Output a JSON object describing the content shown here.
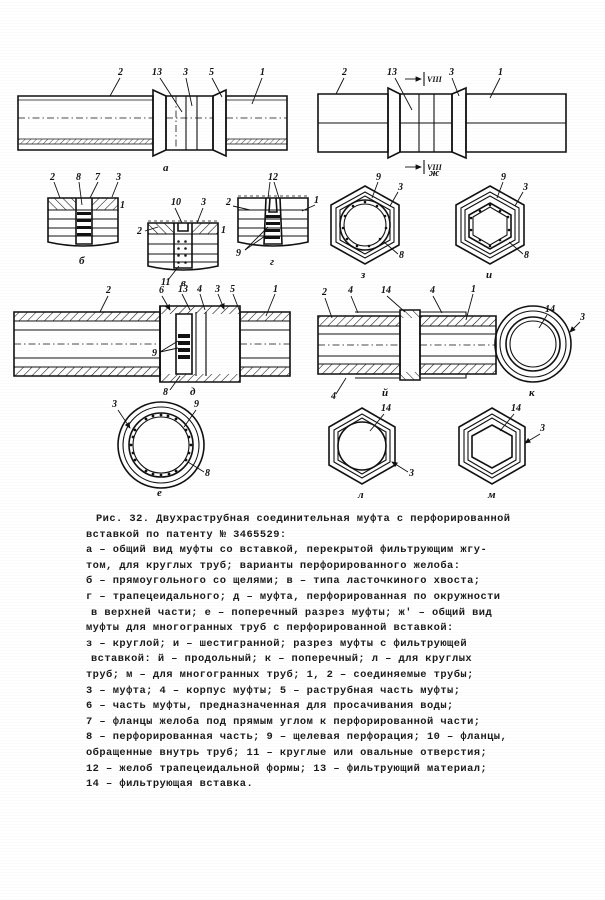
{
  "document": {
    "figure_label": "Рис. 32.",
    "background_color": "#ffffff",
    "ink_color": "#111111"
  },
  "caption": {
    "lines": [
      "Рис. 32. Двухраструбная соединительная муфта с перфорированной",
      "вставкой по патенту № 3465529:",
      "а – общий вид муфты со вставкой, перекрытой фильтрующим жгу-",
      "том, для круглых труб; варианты перфорированного желоба:",
      "б – прямоугольного со щелями; в – типа ласточкиного хвоста;",
      "г – трапецеидального; д – муфта, перфорированная по окружности",
      "в верхней части; е – поперечный разрез муфты; ж' – общий вид",
      "муфты для многогранных труб с перфорированной вставкой:",
      "з – круглой; и – шестигранной; разрез муфты с фильтрующей",
      "вставкой: й – продольный; к – поперечный; л – для круглых",
      "труб; м – для многогранных труб; 1, 2 – соединяемые трубы;",
      "3 – муфта; 4 – корпус муфты; 5 – раструбная часть муфты;",
      "6 – часть муфты, предназначенная для просачивания воды;",
      "7 – фланцы желоба под прямым углом к перфорированной части;",
      "8 – перфорированная часть; 9 – щелевая перфорация; 10 – фланцы,",
      "обращенные внутрь труб; 11 – круглые или овальные отверстия;",
      "12 – желоб трапецеидальной формы; 13 – фильтрующий материал;",
      "14 – фильтрующая вставка."
    ]
  },
  "figures": {
    "a": {
      "letter": "а",
      "description": "Общий вид муфты со вставкой для круглых труб",
      "callouts": [
        "2",
        "13",
        "3",
        "5",
        "1"
      ]
    },
    "zh": {
      "letter": "ж",
      "description": "Общий вид муфты для многогранных труб",
      "callouts": [
        "2",
        "13",
        "3",
        "1"
      ],
      "section_marks": [
        "VIII",
        "VIII"
      ]
    },
    "b": {
      "letter": "б",
      "description": "Желоб прямоугольного со щелями",
      "callouts": [
        "2",
        "8",
        "7",
        "3",
        "1"
      ]
    },
    "v": {
      "letter": "в",
      "description": "Желоб типа ласточкиного хвоста",
      "callouts": [
        "10",
        "3",
        "2",
        "1",
        "11"
      ]
    },
    "g": {
      "letter": "г",
      "description": "Желоб трапецеидального",
      "callouts": [
        "12",
        "2",
        "1",
        "9"
      ]
    },
    "z": {
      "letter": "з",
      "description": "Муфта для многогранных труб с круглой вставкой",
      "callouts": [
        "9",
        "3",
        "8"
      ]
    },
    "i": {
      "letter": "и",
      "description": "Муфта для многогранных труб с шестигранной вставкой",
      "callouts": [
        "9",
        "3",
        "8"
      ]
    },
    "d": {
      "letter": "д",
      "description": "Муфта, перфорированная по окружности в верхней части",
      "callouts": [
        "2",
        "6",
        "13",
        "4",
        "3",
        "5",
        "1",
        "9",
        "8"
      ]
    },
    "j": {
      "letter": "й",
      "description": "Продольный разрез муфты с фильтрующей вставкой",
      "callouts": [
        "2",
        "4",
        "14",
        "4",
        "1",
        "4"
      ]
    },
    "k": {
      "letter": "к",
      "description": "Поперечный разрез муфты с фильтрующей вставкой",
      "callouts": [
        "14",
        "3"
      ]
    },
    "e": {
      "letter": "е",
      "description": "Поперечный разрез муфты",
      "callouts": [
        "3",
        "9",
        "8"
      ]
    },
    "l": {
      "letter": "л",
      "description": "Разрез для круглых труб",
      "callouts": [
        "14",
        "3"
      ]
    },
    "m": {
      "letter": "м",
      "description": "Разрез для многогранных труб",
      "callouts": [
        "14",
        "3"
      ]
    }
  }
}
